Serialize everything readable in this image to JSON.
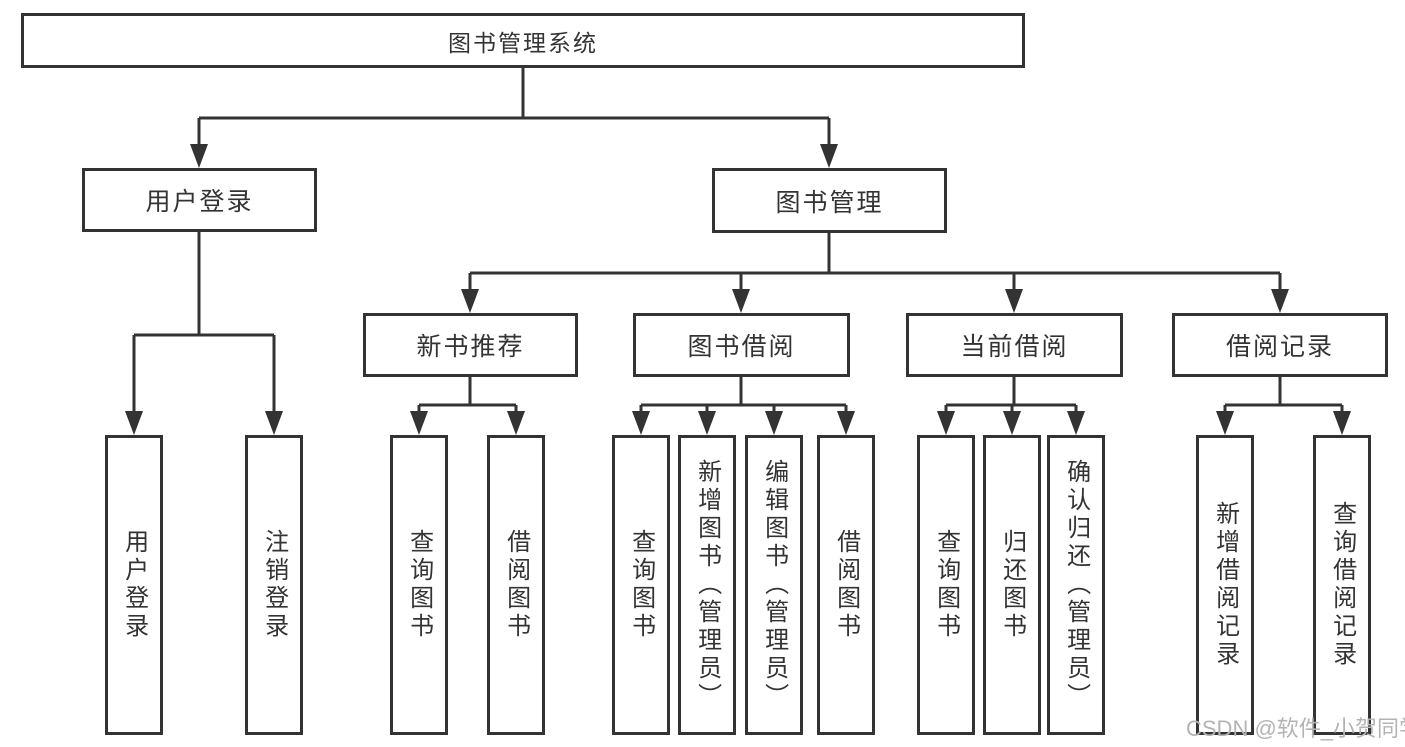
{
  "colors": {
    "line": "#333333",
    "text": "#333333",
    "box_background": "#ffffff",
    "watermark": "#b4b4b4"
  },
  "watermark": "CSDN @软件_小贺同学",
  "tree": {
    "root": "图书管理系统",
    "branches": [
      {
        "label": "用户登录",
        "children": [
          "用户登录",
          "注销登录"
        ]
      },
      {
        "label": "图书管理",
        "sections": [
          {
            "label": "新书推荐",
            "children": [
              "查询图书",
              "借阅图书"
            ]
          },
          {
            "label": "图书借阅",
            "children": [
              "查询图书",
              "新增图书（管理员）",
              "编辑图书（管理员）",
              "借阅图书"
            ]
          },
          {
            "label": "当前借阅",
            "children": [
              "查询图书",
              "归还图书",
              "确认归还（管理员）"
            ]
          },
          {
            "label": "借阅记录",
            "children": [
              "新增借阅记录",
              "查询借阅记录"
            ]
          }
        ]
      }
    ]
  }
}
